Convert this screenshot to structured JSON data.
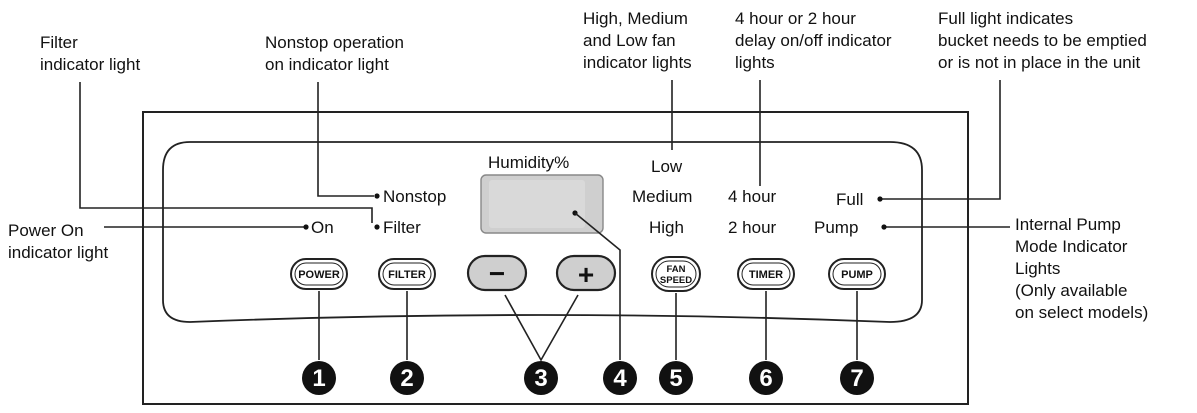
{
  "callouts": {
    "filter_light": [
      "Filter",
      "indicator light"
    ],
    "nonstop_light": [
      "Nonstop operation",
      "on indicator light"
    ],
    "fan_lights": [
      "High, Medium",
      "and Low fan",
      "indicator lights"
    ],
    "timer_lights": [
      "4 hour or 2 hour",
      "delay on/off indicator",
      "lights"
    ],
    "full_light": [
      "Full light indicates",
      "bucket needs to be emptied",
      "or is not in place in the unit"
    ],
    "power_light": [
      "Power On",
      "indicator light"
    ],
    "pump_light": [
      "Internal Pump",
      "Mode Indicator",
      "Lights",
      "(Only available",
      "on select models)"
    ]
  },
  "panel": {
    "display_label": "Humidity%",
    "indicators": {
      "on": "On",
      "nonstop": "Nonstop",
      "filter": "Filter",
      "low": "Low",
      "medium": "Medium",
      "high": "High",
      "hour4": "4 hour",
      "hour2": "2 hour",
      "full": "Full",
      "pump": "Pump"
    },
    "buttons": {
      "power": "POWER",
      "filter": "FILTER",
      "minus": "−",
      "plus": "+",
      "fan_speed_line1": "FAN",
      "fan_speed_line2": "SPEED",
      "timer": "TIMER",
      "pump": "PUMP"
    }
  },
  "numbers": [
    "1",
    "2",
    "3",
    "4",
    "5",
    "6",
    "7"
  ]
}
